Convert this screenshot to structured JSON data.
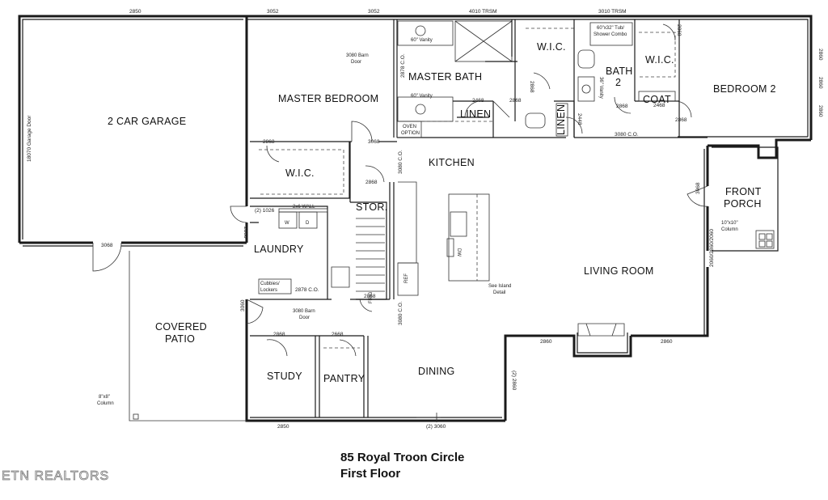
{
  "rooms": {
    "garage": "2 CAR GARAGE",
    "master_bedroom": "MASTER BEDROOM",
    "master_bath": "MASTER BATH",
    "wic_master": "W.I.C.",
    "wic_bath": "W.I.C.",
    "wic_bed2": "W.I.C.",
    "bath2_line1": "BATH",
    "bath2_line2": "2",
    "bedroom2": "BEDROOM 2",
    "coat": "COAT",
    "linen1": "LINEN",
    "linen2": "LINEN",
    "kitchen": "KITCHEN",
    "stor": "STOR.",
    "laundry": "LAUNDRY",
    "front_porch_line1": "FRONT",
    "front_porch_line2": "PORCH",
    "living_room": "LIVING ROOM",
    "covered_patio_line1": "COVERED",
    "covered_patio_line2": "PATIO",
    "study": "STUDY",
    "pantry": "PANTRY",
    "dining": "DINING"
  },
  "dimensions": {
    "top_2850": "2850",
    "top_3052a": "3052",
    "top_3052b": "3052",
    "top_4010": "4010 TRSM",
    "top_3010": "3010 TRSM",
    "right_2860a": "2860",
    "right_2860b": "2860",
    "right_2860c": "2860",
    "door_2878": "2878 C.O.",
    "door_2868_mb": "2868",
    "door_2468_mb": "2468",
    "door_2868_bath": "2868",
    "door_2868_wic": "2868",
    "door_2868_bath2": "2868",
    "door_2468_coat": "2468",
    "door_2868_bed2": "2868",
    "door_2868_bed2b": "2868",
    "door_2868_top": "2868",
    "door_2448": "2448",
    "door_2868_closet": "2868",
    "door_3080_co": "3080 C.O.",
    "door_3068_mb": "3068",
    "door_2868_wicm": "2868",
    "door_3080_co_kit": "3080 C.O.",
    "door_2868_stor": "2868",
    "door_3068_porch": "3068",
    "door_2868_laundry": "2868",
    "door_3068_garage": "3068",
    "door_2878_co": "2878 C.O.",
    "door_2868_pantry": "2868",
    "door_3060": "3060",
    "door_3080_co_din": "3080 C.O.",
    "door_2868_study": "2868",
    "door_2668_pantry": "2668",
    "window_2860_din": "(2) 2860",
    "window_2860_lr1": "2860",
    "window_2860_lr2": "2860",
    "window_lr_side": "2060/2860/2060",
    "bottom_2850": "2850",
    "bottom_3060": "(2) 3060",
    "garage_door": "18070 Garage Door",
    "door_2868_lund": "2868",
    "door_2810": "(2) 1026"
  },
  "notes": {
    "vanity1": "60\" Vanity",
    "vanity2": "60\" Vanity",
    "tub": "60\"x32\" Tub/",
    "tub2": "Shower Combo",
    "vanity3": "36\" Vanity",
    "barn_door_1": "3080 Barn",
    "barn_door_1b": "Door",
    "barn_door_2": "3080 Barn",
    "barn_door_2b": "Door",
    "oven1": "OVEN",
    "oven2": "OPTION",
    "island1": "See Island",
    "island2": "Detail",
    "column1": "10\"x10\"",
    "column1b": "Column",
    "column2": "8\"x8\"",
    "column2b": "Column",
    "cubbies1": "Cubbies/",
    "cubbies2": "Lockers",
    "washer": "W",
    "dryer": "D",
    "dw": "DW",
    "ref": "REF",
    "frig": "FRIG",
    "wh": "2x6 WALL"
  },
  "title": {
    "line1": "85 Royal Troon Circle",
    "line2": "First Floor"
  },
  "brand": "ETN REALTORS"
}
